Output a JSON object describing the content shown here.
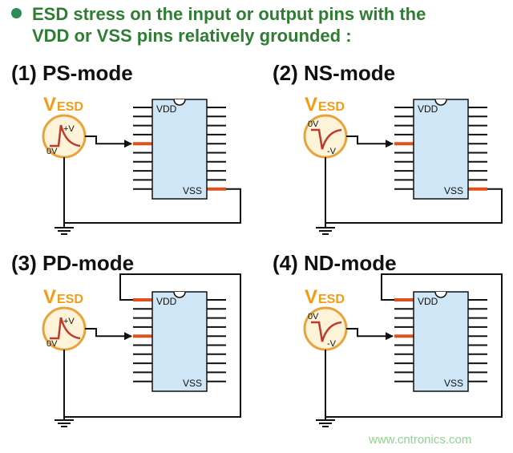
{
  "heading": {
    "line1": "ESD stress on the input or output pins with the",
    "line2": "VDD or VSS pins relatively grounded :"
  },
  "panels": [
    {
      "title": "(1) PS-mode",
      "polarity": "positive",
      "return_pin": "VSS"
    },
    {
      "title": "(2) NS-mode",
      "polarity": "negative",
      "return_pin": "VSS"
    },
    {
      "title": "(3) PD-mode",
      "polarity": "positive",
      "return_pin": "VDD"
    },
    {
      "title": "(4) ND-mode",
      "polarity": "negative",
      "return_pin": "VDD"
    }
  ],
  "labels": {
    "source_v": "V",
    "source_sub": "ESD",
    "vdd": "VDD",
    "vss": "VSS",
    "pos_peak": "+V",
    "neg_peak": "-V",
    "zero": "0V"
  },
  "watermark": "www.cntronics.com",
  "colors": {
    "heading": "#2e7d32",
    "source_label": "#f39c12",
    "source_ring": "#e8a33c",
    "source_fill": "#fdf3d8",
    "pulse": "#c0392b",
    "chip_fill": "#cfe6f6",
    "active_pin": "#e0501b",
    "watermark": "#8fd48f"
  }
}
